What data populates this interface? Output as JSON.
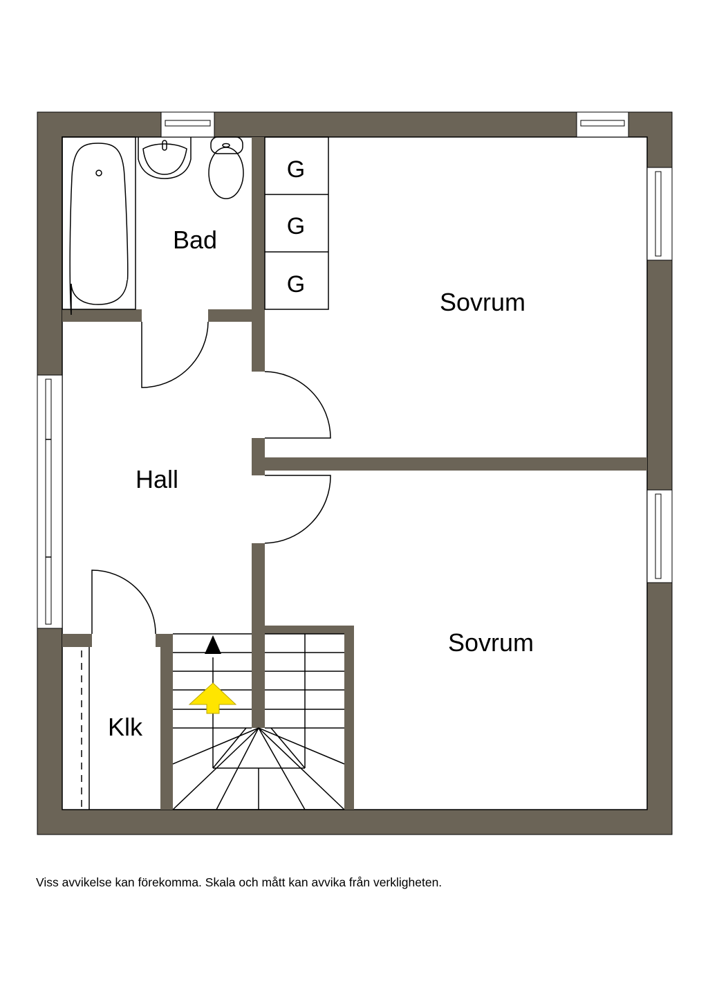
{
  "colors": {
    "wall": "#6b6457",
    "arrow": "#ffe500",
    "line": "#000000"
  },
  "rooms": {
    "bathroom": "Bad",
    "bedroom_upper": "Sovrum",
    "hall": "Hall",
    "bedroom_lower": "Sovrum",
    "closet": "Klk",
    "wardrobes": [
      "G",
      "G",
      "G"
    ]
  },
  "icons": {
    "stair_direction": "arrow-up-icon",
    "you_are_here": "yellow-arrow-icon"
  },
  "disclaimer": "Viss avvikelse kan förekomma. Skala och mått kan avvika från verkligheten."
}
